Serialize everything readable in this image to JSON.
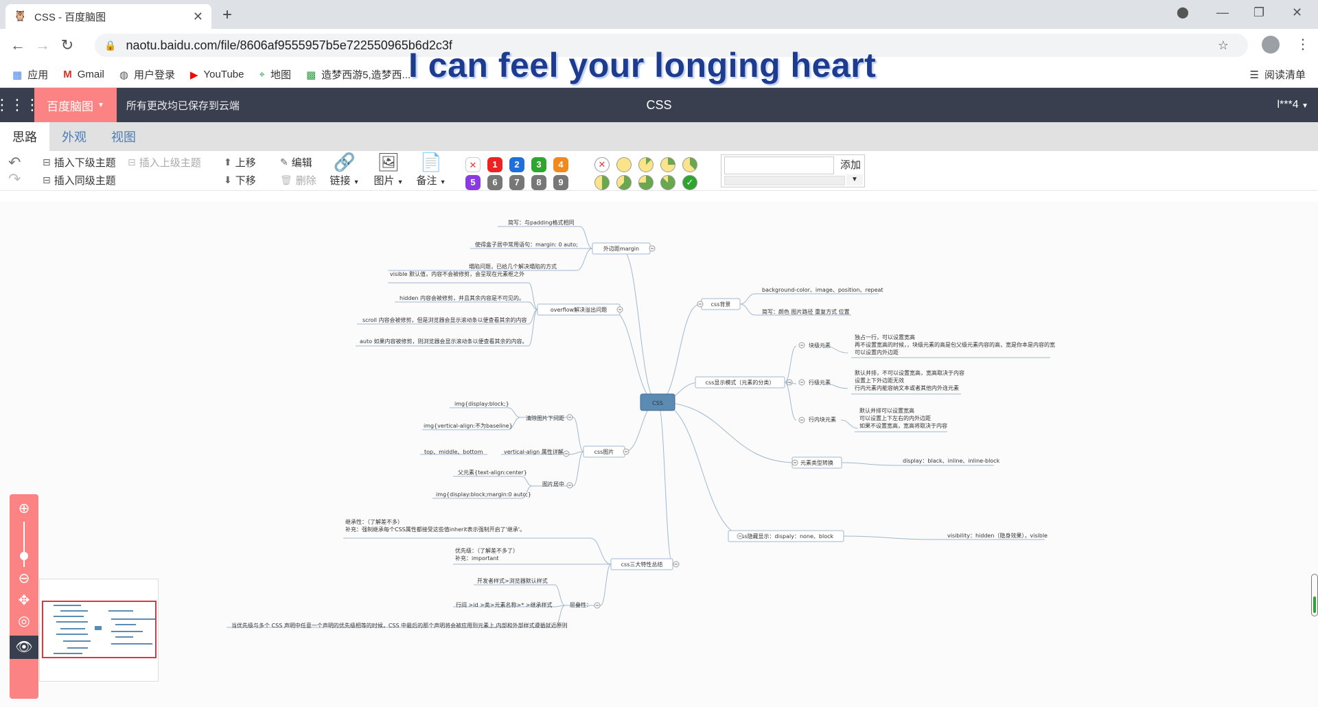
{
  "browser": {
    "tab_title": "CSS - 百度脑图",
    "url": "naotu.baidu.com/file/8606af9555957b5e722550965b6d2c3f",
    "overlay_lyric": "I can feel your longing heart",
    "bookmarks": [
      {
        "icon": "apps-grid-icon",
        "label": "应用"
      },
      {
        "icon": "gmail-icon",
        "label": "Gmail"
      },
      {
        "icon": "globe-icon",
        "label": "用户登录"
      },
      {
        "icon": "youtube-icon",
        "label": "YouTube"
      },
      {
        "icon": "map-pin-icon",
        "label": "地图"
      },
      {
        "icon": "grid-app-icon",
        "label": "造梦西游5,造梦西..."
      }
    ],
    "reading_list": "阅读清单"
  },
  "app": {
    "brand": "百度脑图",
    "save_status": "所有更改均已保存到云端",
    "doc_title": "CSS",
    "user": "l***4",
    "tabs": [
      "思路",
      "外观",
      "视图"
    ],
    "toolbar": {
      "insert_child": "插入下级主题",
      "insert_parent": "插入上级主题",
      "insert_sibling": "插入同级主题",
      "move_up": "上移",
      "move_down": "下移",
      "edit": "编辑",
      "delete": "删除",
      "link": "链接",
      "image": "图片",
      "note": "备注",
      "tag_add": "添加"
    },
    "priorities": [
      "1",
      "2",
      "3",
      "4",
      "5",
      "6",
      "7",
      "8",
      "9"
    ]
  },
  "mindmap": {
    "root": "CSS",
    "nodes": {
      "margin": "外边距margin",
      "margin_c1": "简写：与padding格式相同",
      "margin_c2": "使得盒子居中常用语句：margin: 0 auto;",
      "margin_c3": "塌陷问题，已给几个解决塌陷的方式",
      "overflow": "overflow解决溢出问题",
      "ov_c1": "visible 默认值，内容不会被修剪，会呈现在元素框之外",
      "ov_c2": "hidden 内容会被修剪，并且其余内容是不可见的。",
      "ov_c3": "scroll 内容会被修剪，但是浏览器会显示滚动条以便查看其余的内容",
      "ov_c4": "auto 如果内容被修剪，则浏览器会显示滚动条以便查看其余的内容。",
      "img": "css图片",
      "img_gap": "清除图片下间距",
      "img_gap_c1": "img{display:block;}",
      "img_gap_c2": "img{vertical-align:不为baseline}",
      "img_va": "vertical-align 属性详解",
      "img_va_c1": "top、middle、bottom",
      "img_center": "图片居中",
      "img_center_c1": "父元素{text-align:center}",
      "img_center_c2": "img{display:block;margin:0 auto;}",
      "three": "css三大特性总结",
      "three_inherit_1": "继承性：（了解差不多）",
      "three_inherit_2": "补充：强制继承每个CSS属性都接受这些值inherit表示强制开启了'继承'。",
      "three_prio_1": "优先级：（了解差不多了）",
      "three_prio_2": "补充：important",
      "three_stack": "层叠性：",
      "three_stack_c1": "开发者样式>浏览器默认样式",
      "three_stack_c2": "行间 >id >类>元素名称>* >继承样式",
      "three_stack_c3": "当优先级与多个 CSS 声明中任意一个声明的优先级相等的时候，CSS 中最后的那个声明将会被应用到元素上,内部和外部样式遵循就近原则",
      "bg": "css背景",
      "bg_c1": "background-color、image、position、repeat",
      "bg_c2": "简写：颜色  图片路径  重复方式  位置",
      "display": "css显示模式（元素的分类）",
      "block": "块级元素",
      "block_c1": "独占一行，可以设置宽高",
      "block_c2": "再不设置宽高的时候，，块级元素的高是包父级元素内容的高，宽是你本是内容的宽",
      "block_c3": "可以设置内外边距",
      "inline": "行级元素",
      "inline_c1": "默认并排，不可以设置宽高，宽高取决于内容",
      "inline_c2": "设置上下外边距无效",
      "inline_c3": "行内元素内能容纳文本或者其他内外连元素",
      "inline_block": "行内块元素",
      "ib_c1": "默认并排可以设置宽高",
      "ib_c2": "可以设置上下左右的内外边距",
      "ib_c3": "如果不设置宽高，宽高将取决于内容",
      "convert": "元素类型转换",
      "convert_c1": "display：black、inline、inline-block",
      "hide": "css隐藏显示：dispaly：none、block",
      "hide_c1": "visibility：hidden（隐身效果），visible"
    }
  },
  "colors": {
    "accent": "#fc8383",
    "header": "#393f4f",
    "root_fill": "#5b8bb3",
    "link": "#4a7db5"
  }
}
